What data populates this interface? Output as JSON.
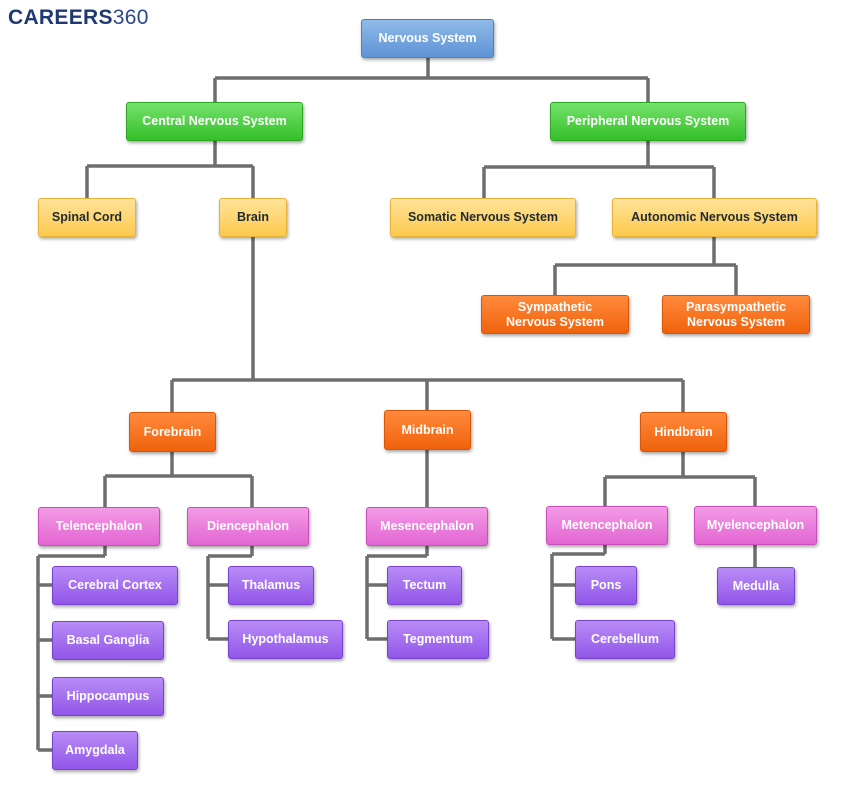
{
  "logo": {
    "brand": "CAREERS",
    "number": "360"
  },
  "nodes": {
    "nervous_system": "Nervous System",
    "cns": "Central Nervous System",
    "pns": "Peripheral Nervous System",
    "spinal_cord": "Spinal Cord",
    "brain": "Brain",
    "somatic": "Somatic Nervous System",
    "autonomic": "Autonomic Nervous System",
    "sympathetic_1": "Sympathetic",
    "sympathetic_2": "Nervous System",
    "parasympathetic_1": "Parasympathetic",
    "parasympathetic_2": "Nervous System",
    "forebrain": "Forebrain",
    "midbrain": "Midbrain",
    "hindbrain": "Hindbrain",
    "telencephalon": "Telencephalon",
    "diencephalon": "Diencephalon",
    "mesencephalon": "Mesencephalon",
    "metencephalon": "Metencephalon",
    "myelencephalon": "Myelencephalon",
    "cerebral_cortex": "Cerebral Cortex",
    "basal_ganglia": "Basal Ganglia",
    "hippocampus": "Hippocampus",
    "amygdala": "Amygdala",
    "thalamus": "Thalamus",
    "hypothalamus": "Hypothalamus",
    "tectum": "Tectum",
    "tegmentum": "Tegmentum",
    "pons": "Pons",
    "cerebellum": "Cerebellum",
    "medulla": "Medulla"
  },
  "colors": {
    "connector": "#6e6e6e",
    "root": "#6a9bdc",
    "system": "#3fc634",
    "organ": "#fdd05f",
    "division": "#f2681a",
    "region": "#e878d8",
    "part": "#9a62ea"
  }
}
